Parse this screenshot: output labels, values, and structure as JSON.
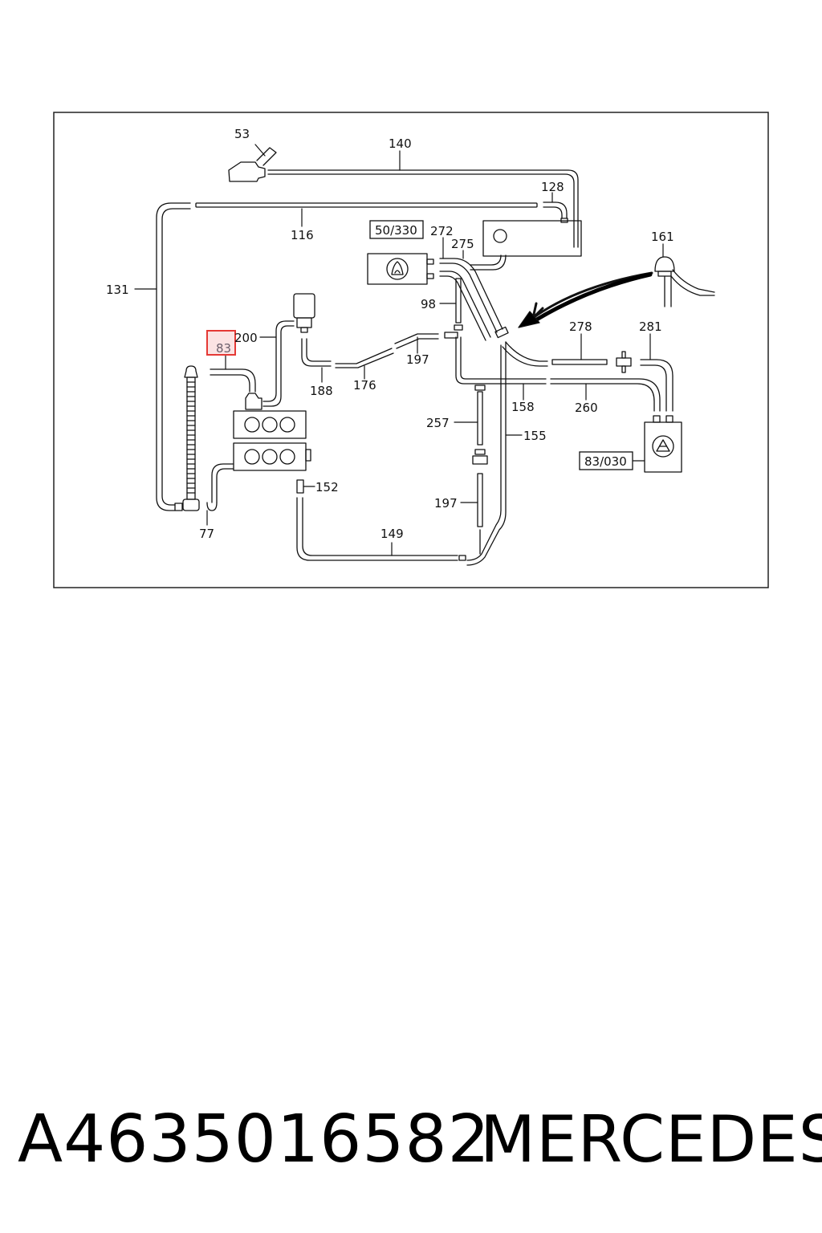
{
  "diagram": {
    "labels": {
      "l53": "53",
      "l140": "140",
      "l128": "128",
      "l116": "116",
      "l131": "131",
      "l50_330": "50/330",
      "l272": "272",
      "l275": "275",
      "l161": "161",
      "l98": "98",
      "l200": "200",
      "l83": "83",
      "l197a": "197",
      "l188": "188",
      "l176": "176",
      "l278": "278",
      "l281": "281",
      "l158": "158",
      "l260": "260",
      "l257": "257",
      "l155": "155",
      "l83_030": "83/030",
      "l152": "152",
      "l197b": "197",
      "l149": "149",
      "l77": "77"
    },
    "highlight_color": "#e53935",
    "highlight_fill": "#fbe3e3"
  },
  "footer": {
    "part_number": "A4635016582",
    "brand": "MERCEDES"
  }
}
